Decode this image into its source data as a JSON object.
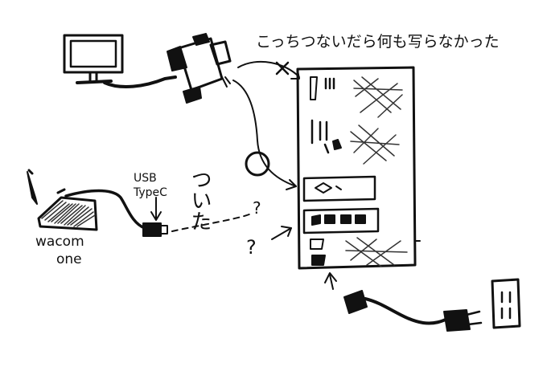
{
  "labels": {
    "note_top": "こっちつないだら何も写らなかった",
    "usb_line1": "USB",
    "usb_line2": "TypeC",
    "tablet_line1": "wacom",
    "tablet_line2": "one",
    "vertical_note": "ついた",
    "question_mark": "?"
  },
  "colors": {
    "ink": "#111111",
    "paper": "#ffffff",
    "hatch": "#333333"
  },
  "icons": {
    "monitor": "monitor-icon",
    "hdmi_adapter": "adapter-icon",
    "pc_tower": "pc-tower-icon",
    "tablet": "pen-tablet-icon",
    "pen": "stylus-icon",
    "usb_c_plug": "usb-c-plug-icon",
    "power_outlet": "power-outlet-icon",
    "power_plug": "power-plug-icon"
  }
}
